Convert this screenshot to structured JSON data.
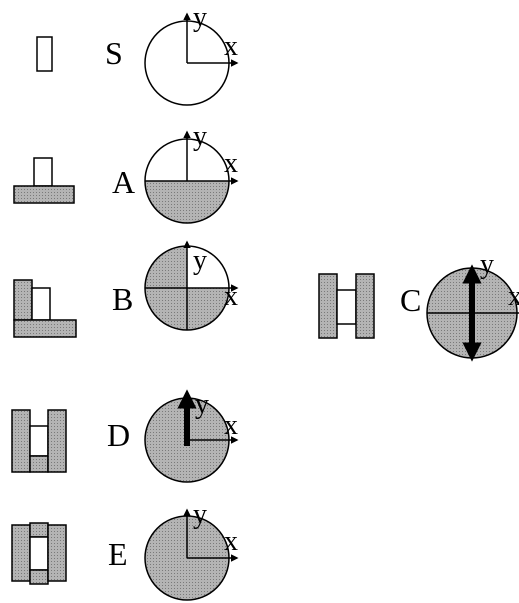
{
  "axes": {
    "x_label": "x",
    "y_label": "y"
  },
  "colors": {
    "fill": "#b4b4b4",
    "stroke": "#000000",
    "background": "#ffffff"
  },
  "configurations": [
    {
      "label": "S",
      "shaded_region": "none",
      "arrow": "none"
    },
    {
      "label": "A",
      "shaded_region": "lower-half",
      "arrow": "none"
    },
    {
      "label": "B",
      "shaded_region": "three-quarters",
      "arrow": "none"
    },
    {
      "label": "C",
      "shaded_region": "full",
      "arrow": "double-vertical"
    },
    {
      "label": "D",
      "shaded_region": "full",
      "arrow": "up"
    },
    {
      "label": "E",
      "shaded_region": "full",
      "arrow": "none"
    }
  ]
}
